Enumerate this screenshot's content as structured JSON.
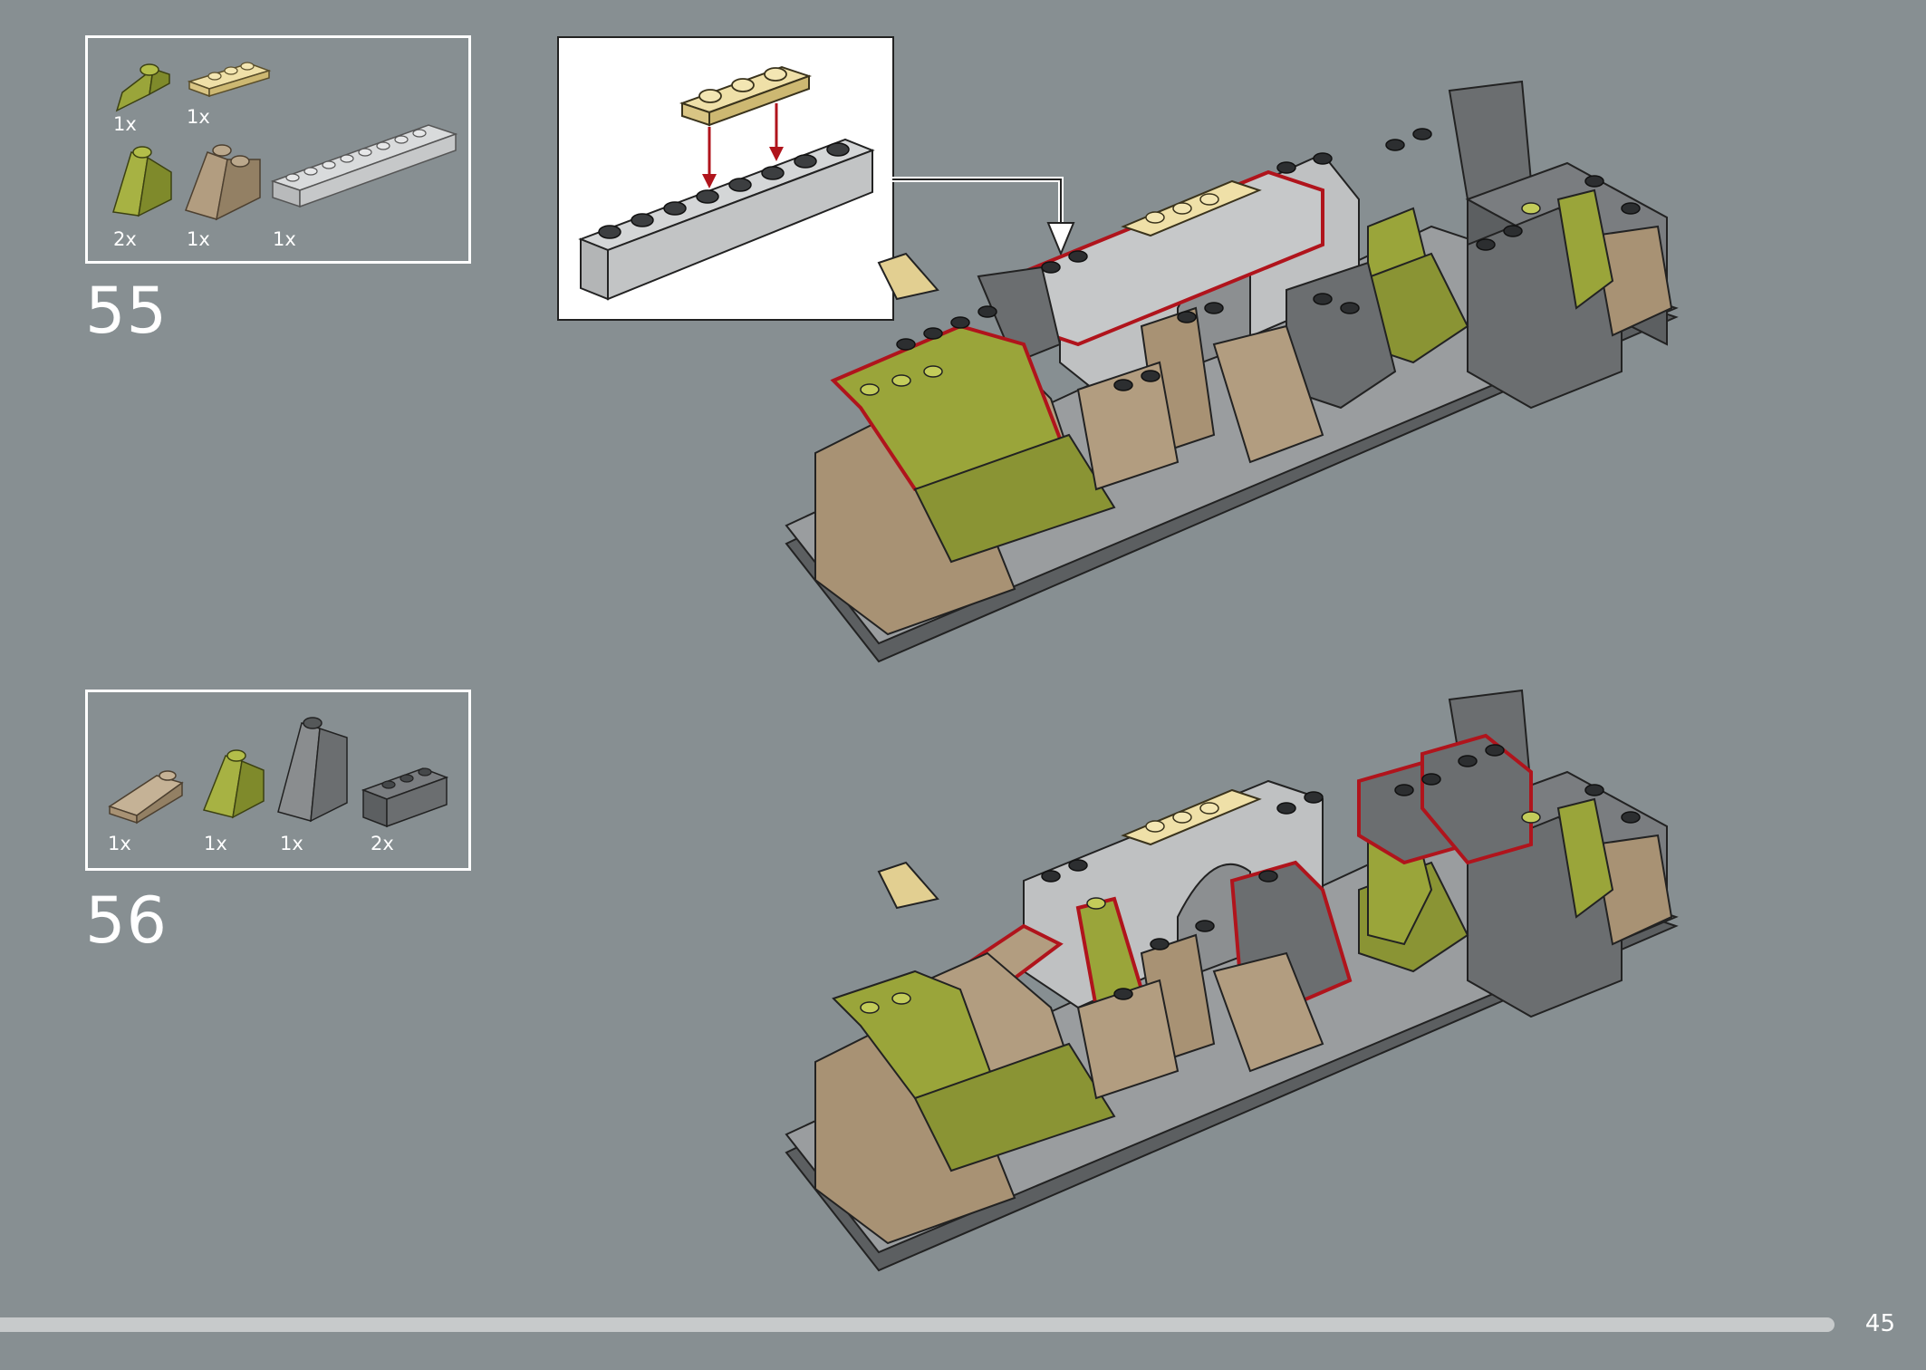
{
  "steps": [
    {
      "number": "55",
      "parts": [
        {
          "qty": "1x",
          "part": "olive-green slope 1x2"
        },
        {
          "qty": "1x",
          "part": "tan plate 1x3"
        },
        {
          "qty": "2x",
          "part": "olive-green slope 2x1x2"
        },
        {
          "qty": "1x",
          "part": "dark tan slope 2x2x2"
        },
        {
          "qty": "1x",
          "part": "light gray plate 1x8"
        }
      ]
    },
    {
      "number": "56",
      "parts": [
        {
          "qty": "1x",
          "part": "dark tan slope 1x3"
        },
        {
          "qty": "1x",
          "part": "olive-green slope 2x1x2"
        },
        {
          "qty": "1x",
          "part": "dark gray slope 2x1x3"
        },
        {
          "qty": "2x",
          "part": "dark gray brick 1x3"
        }
      ]
    }
  ],
  "page_number": "45",
  "colors": {
    "background": "#878f92",
    "olive": "#9aa53a",
    "tan": "#e2cf91",
    "dark_tan": "#a89274",
    "light_gray": "#bfc1c2",
    "dark_gray": "#6b6e70",
    "highlight": "#b0141c"
  }
}
